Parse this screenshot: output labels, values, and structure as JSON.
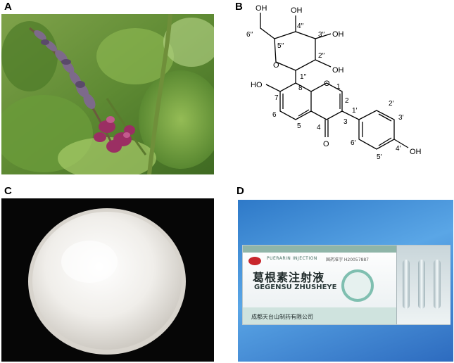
{
  "panels": {
    "a": {
      "letter": "A"
    },
    "b": {
      "letter": "B",
      "atoms": {
        "oh_top1": "OH",
        "oh_top2": "OH",
        "oh_right1": "OH",
        "oh_right2": "OH",
        "oh_left": "HO",
        "oh_4p": "OH",
        "o_sugar": "O",
        "o_ring": "O",
        "o_keto": "O"
      },
      "numbers": {
        "n6pp": "6′′",
        "n5pp": "5′′",
        "n4pp": "4′′",
        "n3pp": "3′′",
        "n2pp": "2′′",
        "n1pp": "1′′",
        "n8": "8",
        "n1": "1",
        "n2": "2",
        "n3": "3",
        "n4": "4",
        "n5": "5",
        "n6": "6",
        "n7": "7",
        "n1p": "1′",
        "n2p": "2′",
        "n3p": "3′",
        "n4p": "4′",
        "n5p": "5′",
        "n6p": "6′"
      }
    },
    "c": {
      "letter": "C"
    },
    "d": {
      "letter": "D",
      "box": {
        "en_top": "PUERARIN INJECTION",
        "approval": "国药准字 H20057887",
        "title_cn": "葛根素注射液",
        "title_py": "GEGENSU ZHUSHEYE",
        "maker": "成都天台山制药有限公司"
      }
    }
  }
}
